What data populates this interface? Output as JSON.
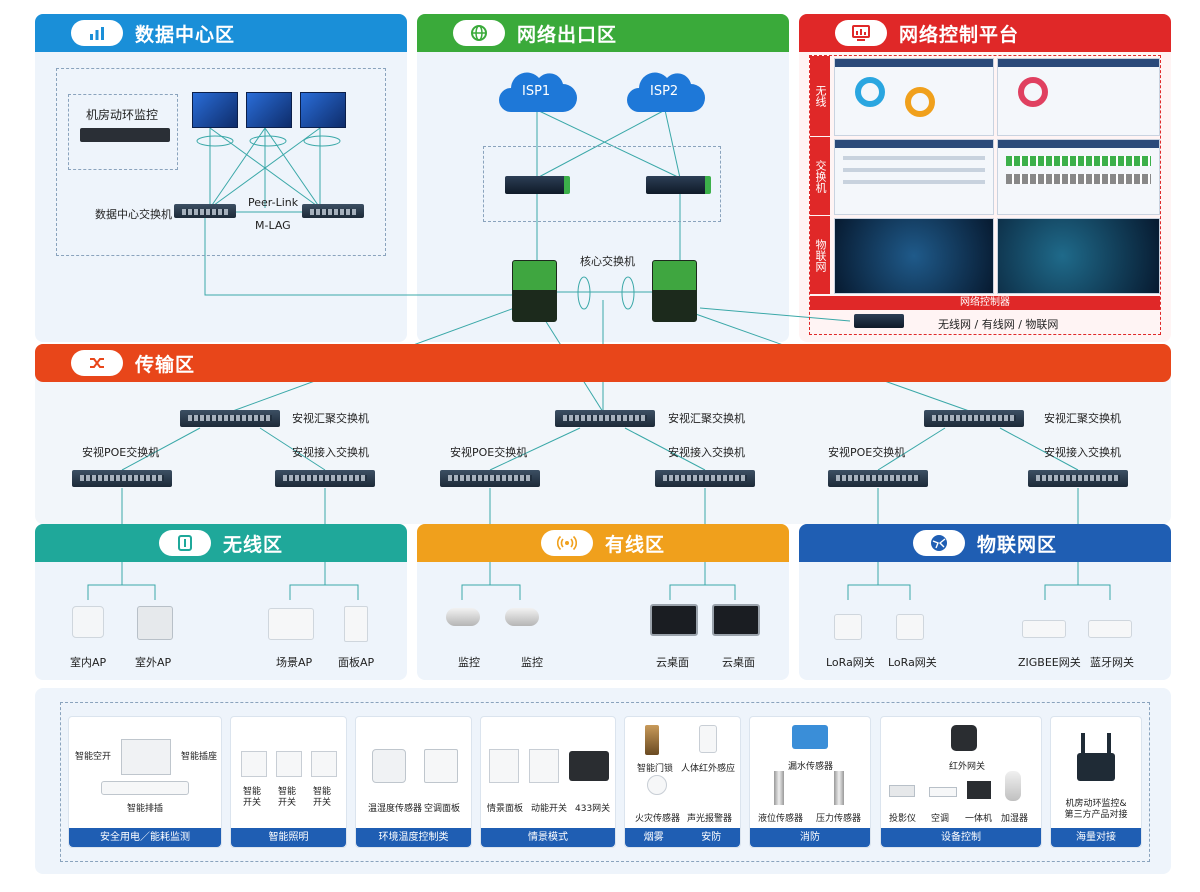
{
  "zones": {
    "datacenter": "数据中心区",
    "egress": "网络出口区",
    "control": "网络控制平台",
    "transport": "传输区",
    "wireless": "无线区",
    "wired": "有线区",
    "iot": "物联网区"
  },
  "datacenter": {
    "monitor": "机房动环监控",
    "switch": "数据中心交换机",
    "peer_link": "Peer-Link",
    "mlag": "M-LAG"
  },
  "egress": {
    "isp1": "ISP1",
    "isp2": "ISP2",
    "core": "核心交换机"
  },
  "control": {
    "side_wireless": "无线",
    "side_switch": "交换机",
    "side_iot": "物联网",
    "controller_title": "网络控制器",
    "controller_desc": "无线网 / 有线网 / 物联网"
  },
  "transport": {
    "agg": "安视汇聚交换机",
    "poe": "安视POE交换机",
    "access": "安视接入交换机"
  },
  "wireless": {
    "indoor_ap": "室内AP",
    "outdoor_ap": "室外AP",
    "scene_ap": "场景AP",
    "panel_ap": "面板AP"
  },
  "wired": {
    "camera": "监控",
    "desktop": "云桌面"
  },
  "iot": {
    "lora": "LoRa网关",
    "zigbee": "ZIGBEE网关",
    "bluetooth": "蓝牙网关"
  },
  "cards": [
    {
      "caption": "安全用电／能耗监测",
      "items": [
        "智能空开",
        "智能插座",
        "智能排插"
      ]
    },
    {
      "caption": "智能照明",
      "items": [
        "智能\n开关",
        "智能\n开关",
        "智能\n开关"
      ]
    },
    {
      "caption": "环境温度控制类",
      "items": [
        "温湿度传感器",
        "空调面板"
      ]
    },
    {
      "caption": "情景模式",
      "items": [
        "情景面板",
        "动能开关",
        "433网关"
      ]
    },
    {
      "caption": "烟雾",
      "caption2": "安防",
      "items": [
        "智能门锁",
        "人体红外感应",
        "火灾传感器",
        "声光报警器"
      ]
    },
    {
      "caption": "消防",
      "items": [
        "漏水传感器",
        "液位传感器",
        "压力传感器"
      ]
    },
    {
      "caption": "设备控制",
      "items": [
        "红外网关",
        "投影仪",
        "空调",
        "一体机",
        "加湿器"
      ]
    },
    {
      "caption": "海量对接",
      "items": [
        "机房动环监控&\n第三方产品对接"
      ]
    }
  ],
  "colors": {
    "datacenter": "#1a8fd8",
    "egress": "#3aaa3a",
    "control": "#e02828",
    "transport": "#e8461a",
    "wireless": "#1fa89a",
    "wired": "#f0a01c",
    "iot": "#1f5eb3"
  }
}
